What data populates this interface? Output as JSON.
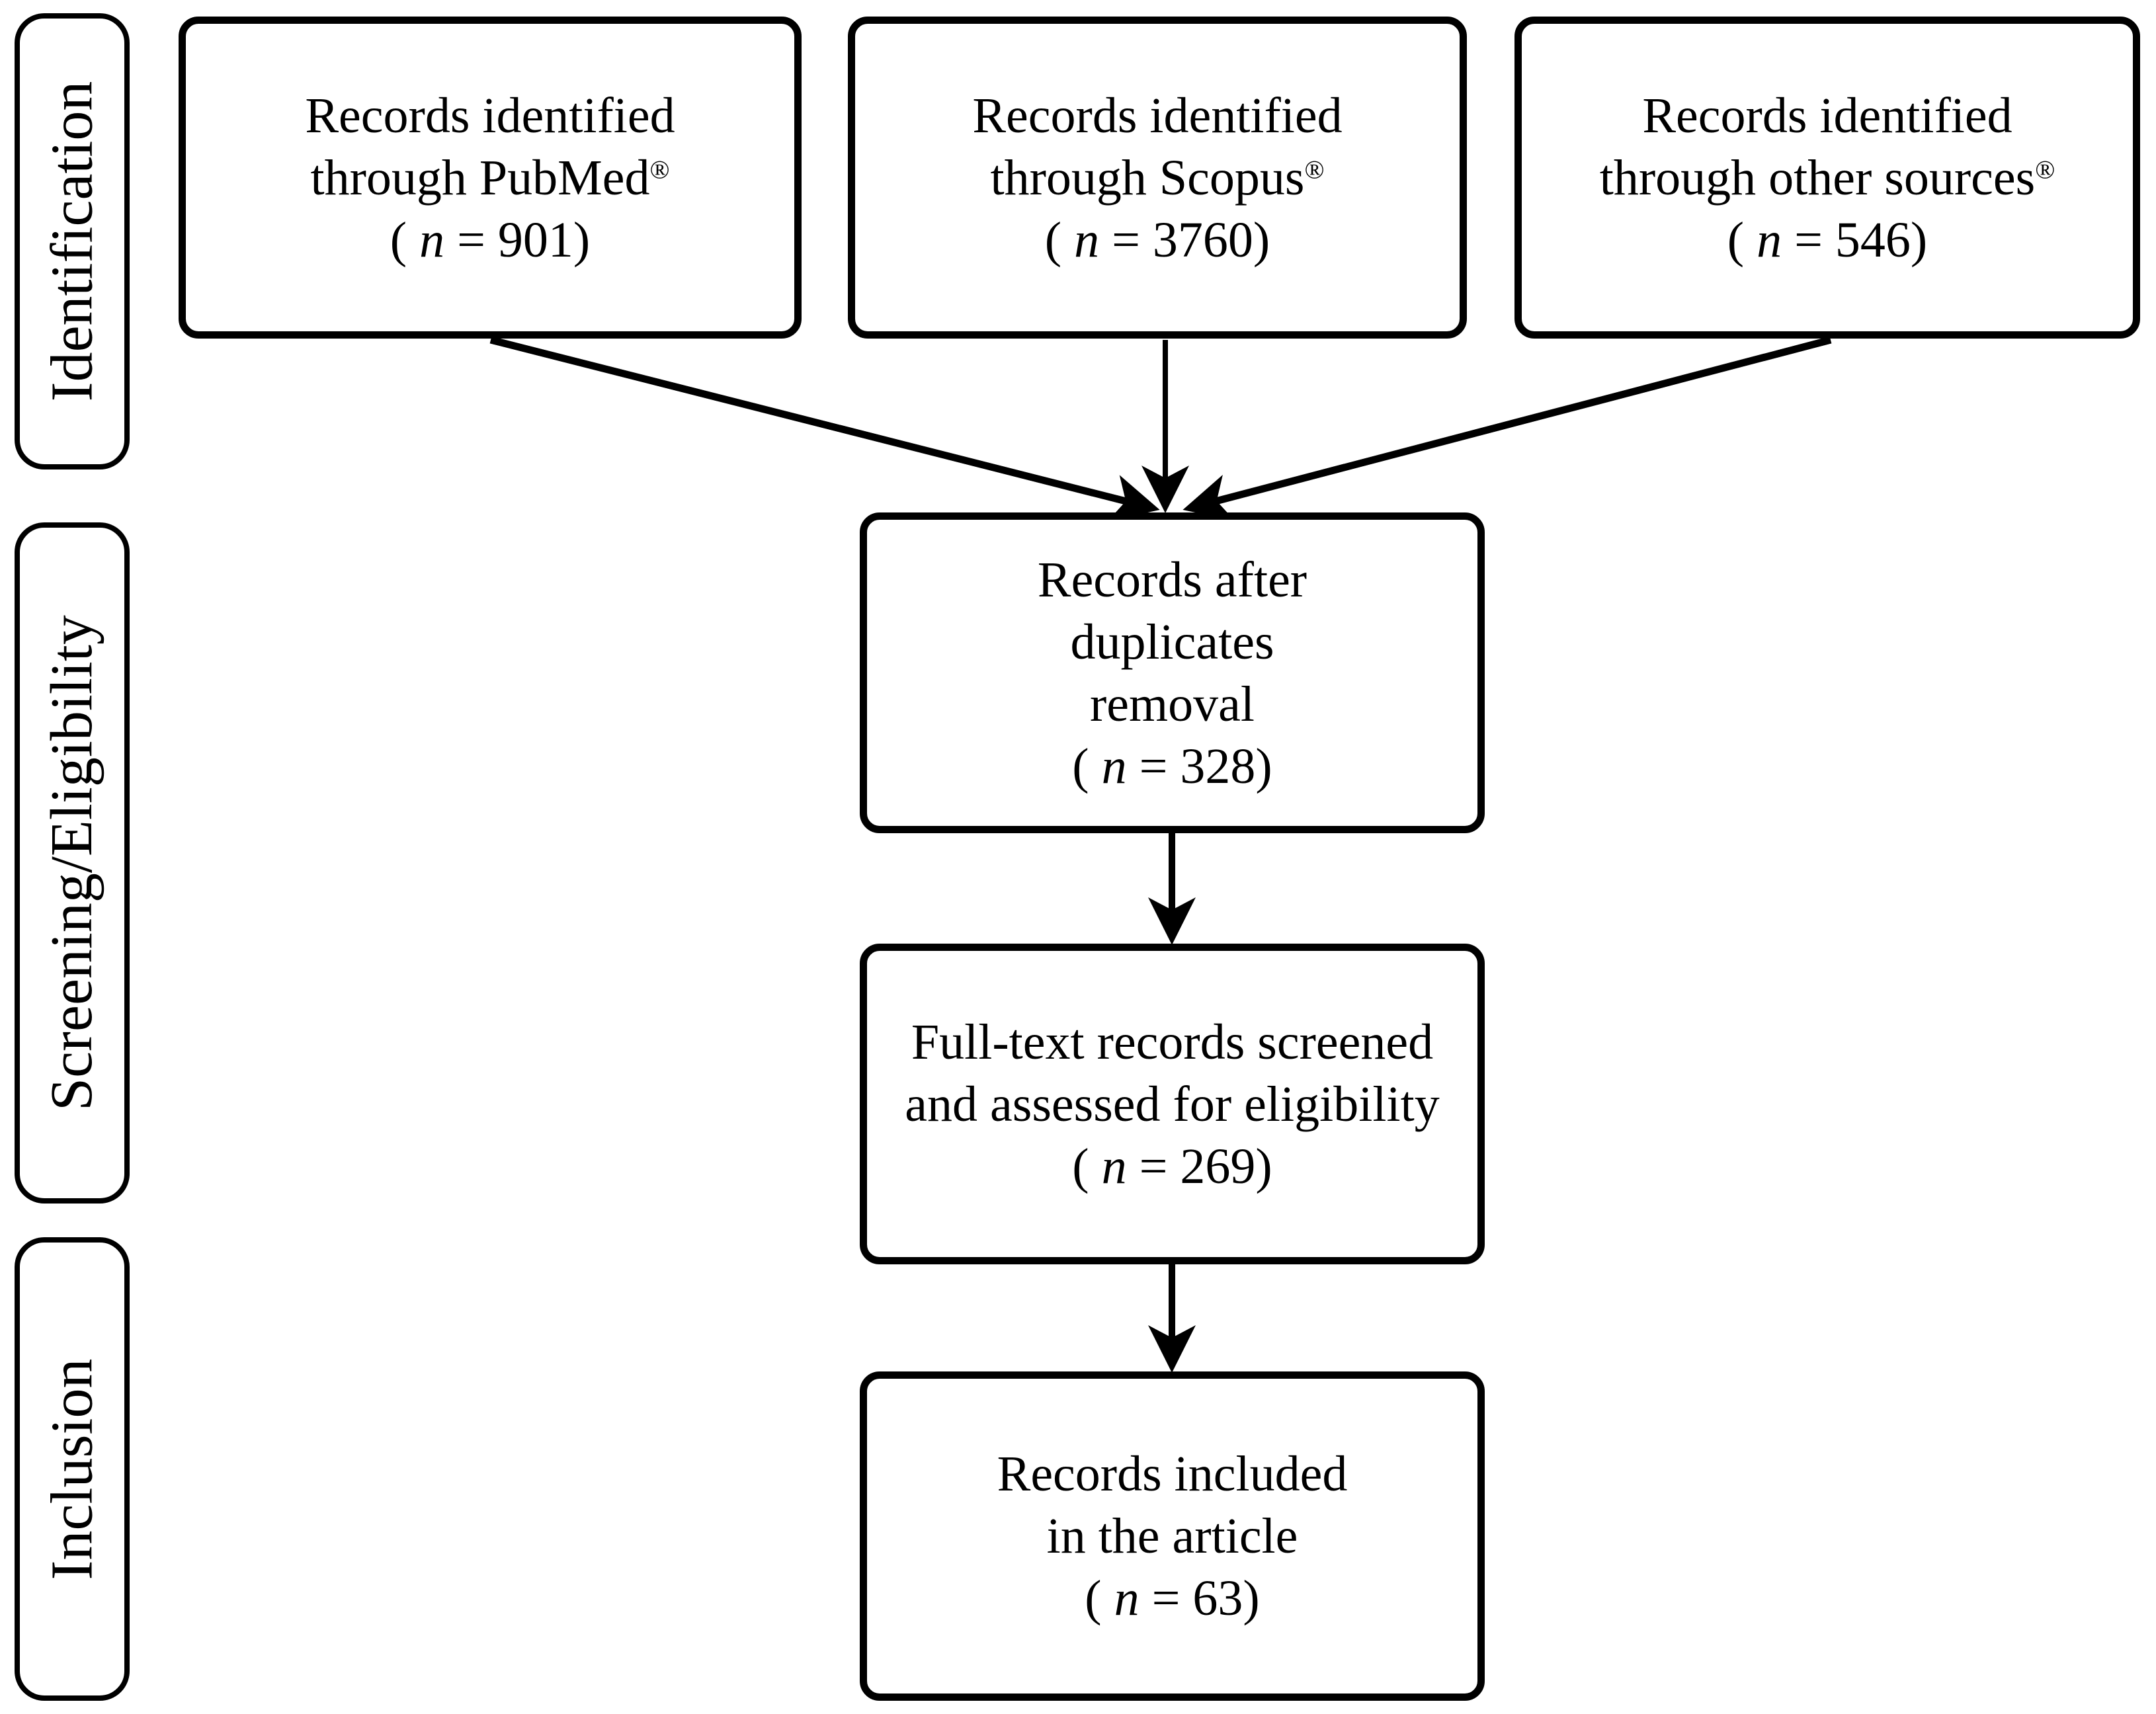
{
  "ink_color": "#000000",
  "background_color": "#ffffff",
  "stages": [
    {
      "label": "Identification"
    },
    {
      "label": "Screening/Eligibility"
    },
    {
      "label": "Inclusion"
    }
  ],
  "boxes": {
    "pubmed": {
      "lines": [
        "Records identified",
        "through PubMed"
      ],
      "reg": "®",
      "n_open": "( ",
      "n_symbol": "n",
      "n_rest": " = 901)"
    },
    "scopus": {
      "lines": [
        "Records identified",
        "through Scopus"
      ],
      "reg": "®",
      "n_open": "( ",
      "n_symbol": "n",
      "n_rest": " = 3760)"
    },
    "other": {
      "lines": [
        "Records identified",
        "through other sources"
      ],
      "reg": "®",
      "n_open": "( ",
      "n_symbol": "n",
      "n_rest": " = 546)"
    },
    "dedup": {
      "lines": [
        "Records after",
        "duplicates",
        "removal"
      ],
      "n_open": "( ",
      "n_symbol": "n",
      "n_rest": " = 328)"
    },
    "fulltext": {
      "lines": [
        "Full-text records screened",
        "and assessed for eligibility"
      ],
      "n_open": "( ",
      "n_symbol": "n",
      "n_rest": " = 269)"
    },
    "included": {
      "lines": [
        "Records included",
        "in the article"
      ],
      "n_open": "( ",
      "n_symbol": "n",
      "n_rest": " = 63)"
    }
  }
}
